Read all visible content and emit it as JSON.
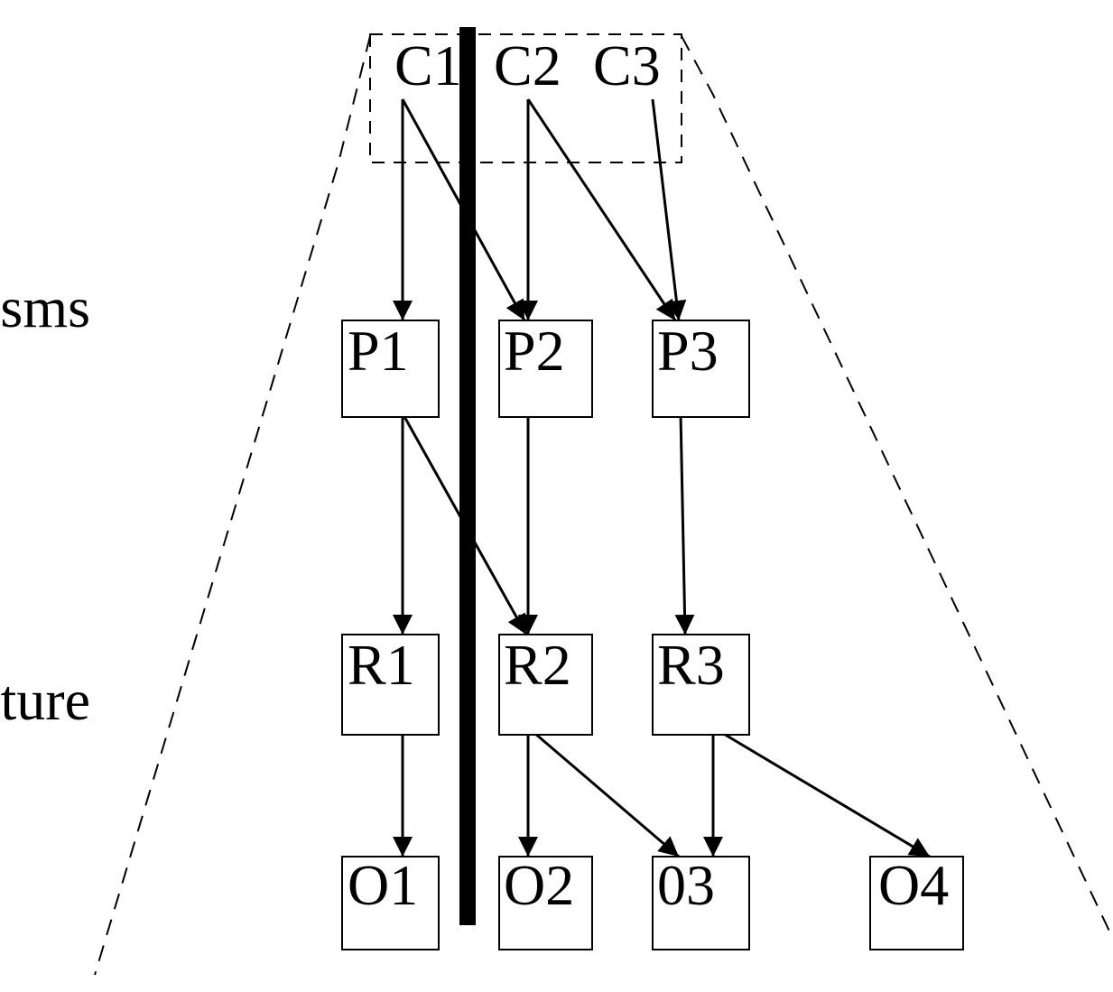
{
  "side_labels": [
    "isms",
    "cture"
  ],
  "group_labels": [
    "C1",
    "C2",
    "C3"
  ],
  "nodes": [
    {
      "id": "P1",
      "label": "P1"
    },
    {
      "id": "P2",
      "label": "P2"
    },
    {
      "id": "P3",
      "label": "P3"
    },
    {
      "id": "R1",
      "label": "R1"
    },
    {
      "id": "R2",
      "label": "R2"
    },
    {
      "id": "R3",
      "label": "R3"
    },
    {
      "id": "O1",
      "label": "O1"
    },
    {
      "id": "O2",
      "label": "O2"
    },
    {
      "id": "O3",
      "label": "03"
    },
    {
      "id": "O4",
      "label": "O4"
    }
  ],
  "edges": [
    {
      "from": "C1",
      "to": "P1"
    },
    {
      "from": "C1",
      "to": "P2"
    },
    {
      "from": "C2",
      "to": "P2"
    },
    {
      "from": "C2",
      "to": "P3"
    },
    {
      "from": "C3",
      "to": "P3"
    },
    {
      "from": "P1",
      "to": "R1"
    },
    {
      "from": "P1",
      "to": "R2"
    },
    {
      "from": "P2",
      "to": "R2"
    },
    {
      "from": "P3",
      "to": "R3"
    },
    {
      "from": "R1",
      "to": "O1"
    },
    {
      "from": "R2",
      "to": "O2"
    },
    {
      "from": "R2",
      "to": "O3"
    },
    {
      "from": "R3",
      "to": "O3"
    },
    {
      "from": "R3",
      "to": "O4"
    }
  ]
}
